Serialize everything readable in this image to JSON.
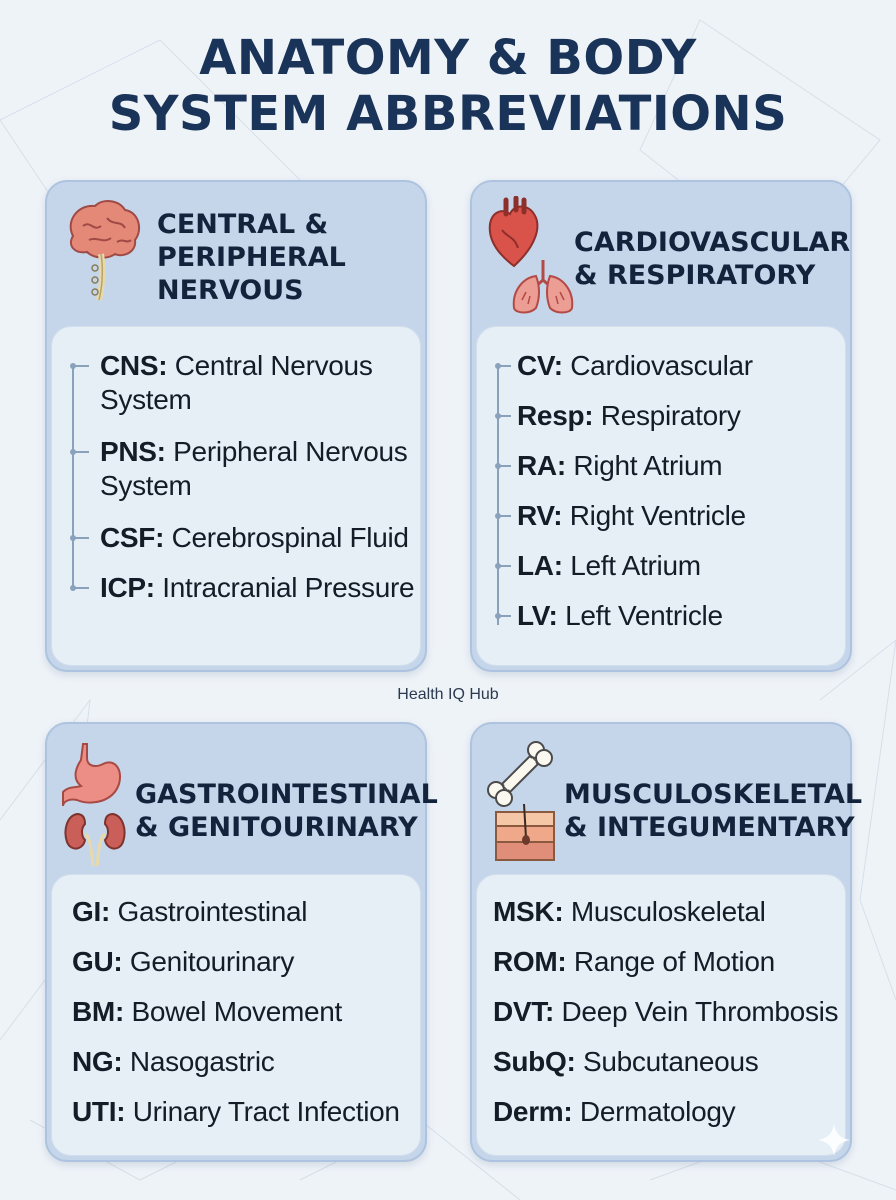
{
  "title": {
    "line1": "ANATOMY & BODY",
    "line2": "SYSTEM ABBREVIATIONS"
  },
  "watermark": "Health IQ Hub",
  "cards": [
    {
      "title_lines": [
        "CENTRAL &",
        "PERIPHERAL",
        "NERVOUS"
      ],
      "icons": [
        "brain-icon"
      ],
      "items": [
        {
          "abbr": "CNS:",
          "text_line1": " Central Nervous",
          "text_line2": "System"
        },
        {
          "abbr": "PNS:",
          "text_line1": " Peripheral Nervous",
          "text_line2": "System"
        },
        {
          "abbr": "CSF:",
          "text_line1": " Cerebrospinal Fluid"
        },
        {
          "abbr": "ICP:",
          "text_line1": " Intracranial Pressure"
        }
      ]
    },
    {
      "title_lines": [
        "CARDIOVASCULAR",
        "& RESPIRATORY"
      ],
      "icons": [
        "heart-icon",
        "lungs-icon"
      ],
      "items": [
        {
          "abbr": "CV:",
          "text_line1": " Cardiovascular"
        },
        {
          "abbr": "Resp:",
          "text_line1": " Respiratory"
        },
        {
          "abbr": "RA:",
          "text_line1": " Right Atrium"
        },
        {
          "abbr": "RV:",
          "text_line1": " Right Ventricle"
        },
        {
          "abbr": "LA:",
          "text_line1": " Left Atrium"
        },
        {
          "abbr": "LV:",
          "text_line1": " Left Ventricle"
        }
      ]
    },
    {
      "title_lines": [
        "GASTROINTESTINAL",
        "& GENITOURINARY"
      ],
      "icons": [
        "stomach-icon",
        "kidneys-icon"
      ],
      "items": [
        {
          "abbr": "GI:",
          "text_line1": " Gastrointestinal"
        },
        {
          "abbr": "GU:",
          "text_line1": " Genitourinary"
        },
        {
          "abbr": "BM:",
          "text_line1": " Bowel Movement"
        },
        {
          "abbr": "NG:",
          "text_line1": " Nasogastric"
        },
        {
          "abbr": "UTI:",
          "text_line1": " Urinary Tract Infection"
        }
      ]
    },
    {
      "title_lines": [
        "MUSCULOSKELETAL",
        "& INTEGUMENTARY"
      ],
      "icons": [
        "bone-icon",
        "skin-icon"
      ],
      "items": [
        {
          "abbr": "MSK:",
          "text_line1": " Musculoskeletal"
        },
        {
          "abbr": "ROM:",
          "text_line1": " Range of Motion"
        },
        {
          "abbr": "DVT:",
          "text_line1": " Deep Vein Thrombosis"
        },
        {
          "abbr": "SubQ:",
          "text_line1": " Subcutaneous"
        },
        {
          "abbr": "Derm:",
          "text_line1": " Dermatology"
        }
      ]
    }
  ],
  "colors": {
    "title": "#1a3358",
    "card_bg": "#c5d6eb",
    "inner_bg": "#e6eef6",
    "organ_red": "#e07a6e",
    "tree_line": "#8aa1bc"
  }
}
